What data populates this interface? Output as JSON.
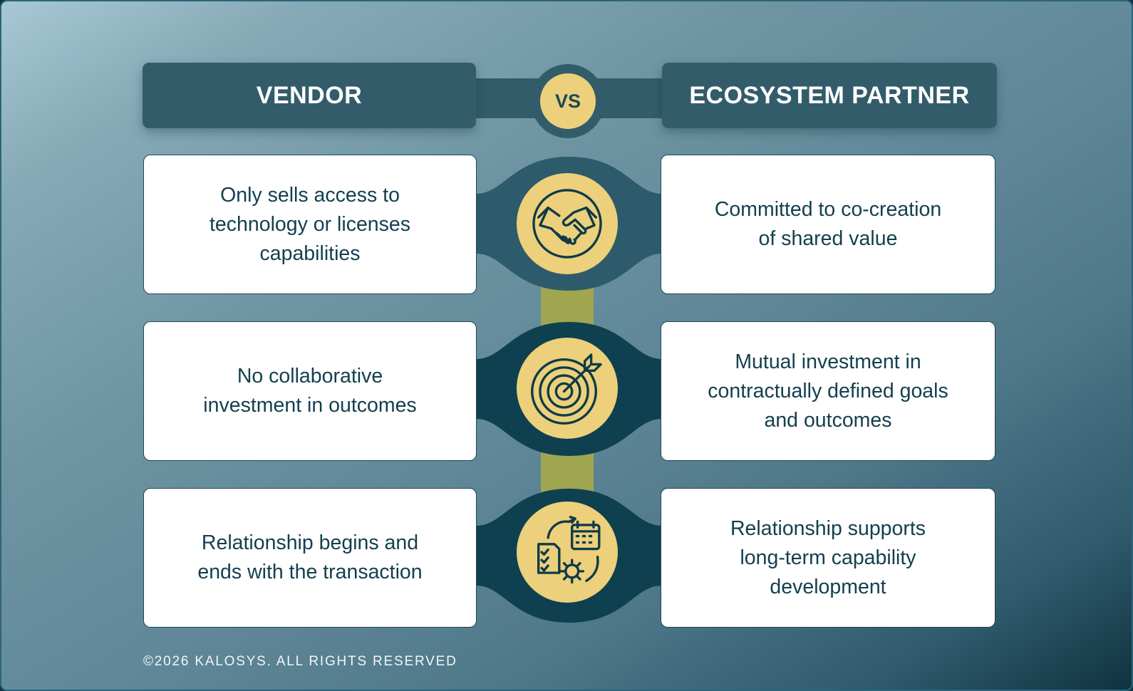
{
  "header": {
    "left_title": "VENDOR",
    "vs_label": "VS",
    "right_title": "ECOSYSTEM PARTNER"
  },
  "rows": [
    {
      "icon": "handshake-icon",
      "vendor": "Only sells access to technology or licenses capabilities",
      "partner": "Committed to co-creation of shared value"
    },
    {
      "icon": "target-icon",
      "vendor": "No collaborative investment in outcomes",
      "partner": "Mutual investment in contractually defined goals and outcomes"
    },
    {
      "icon": "checklist-calendar-gear-icon",
      "vendor": "Relationship begins and ends with the transaction",
      "partner": "Relationship supports long-term capability development"
    }
  ],
  "footer": "©2026 KALOSYS. ALL RIGHTS RESERVED",
  "colors": {
    "header_bg": "#335c6a",
    "accent_yellow": "#ecd07b",
    "connector_olive": "#9fa64f",
    "text_dark": "#133f4f",
    "connector_dark": "#0e4050"
  }
}
